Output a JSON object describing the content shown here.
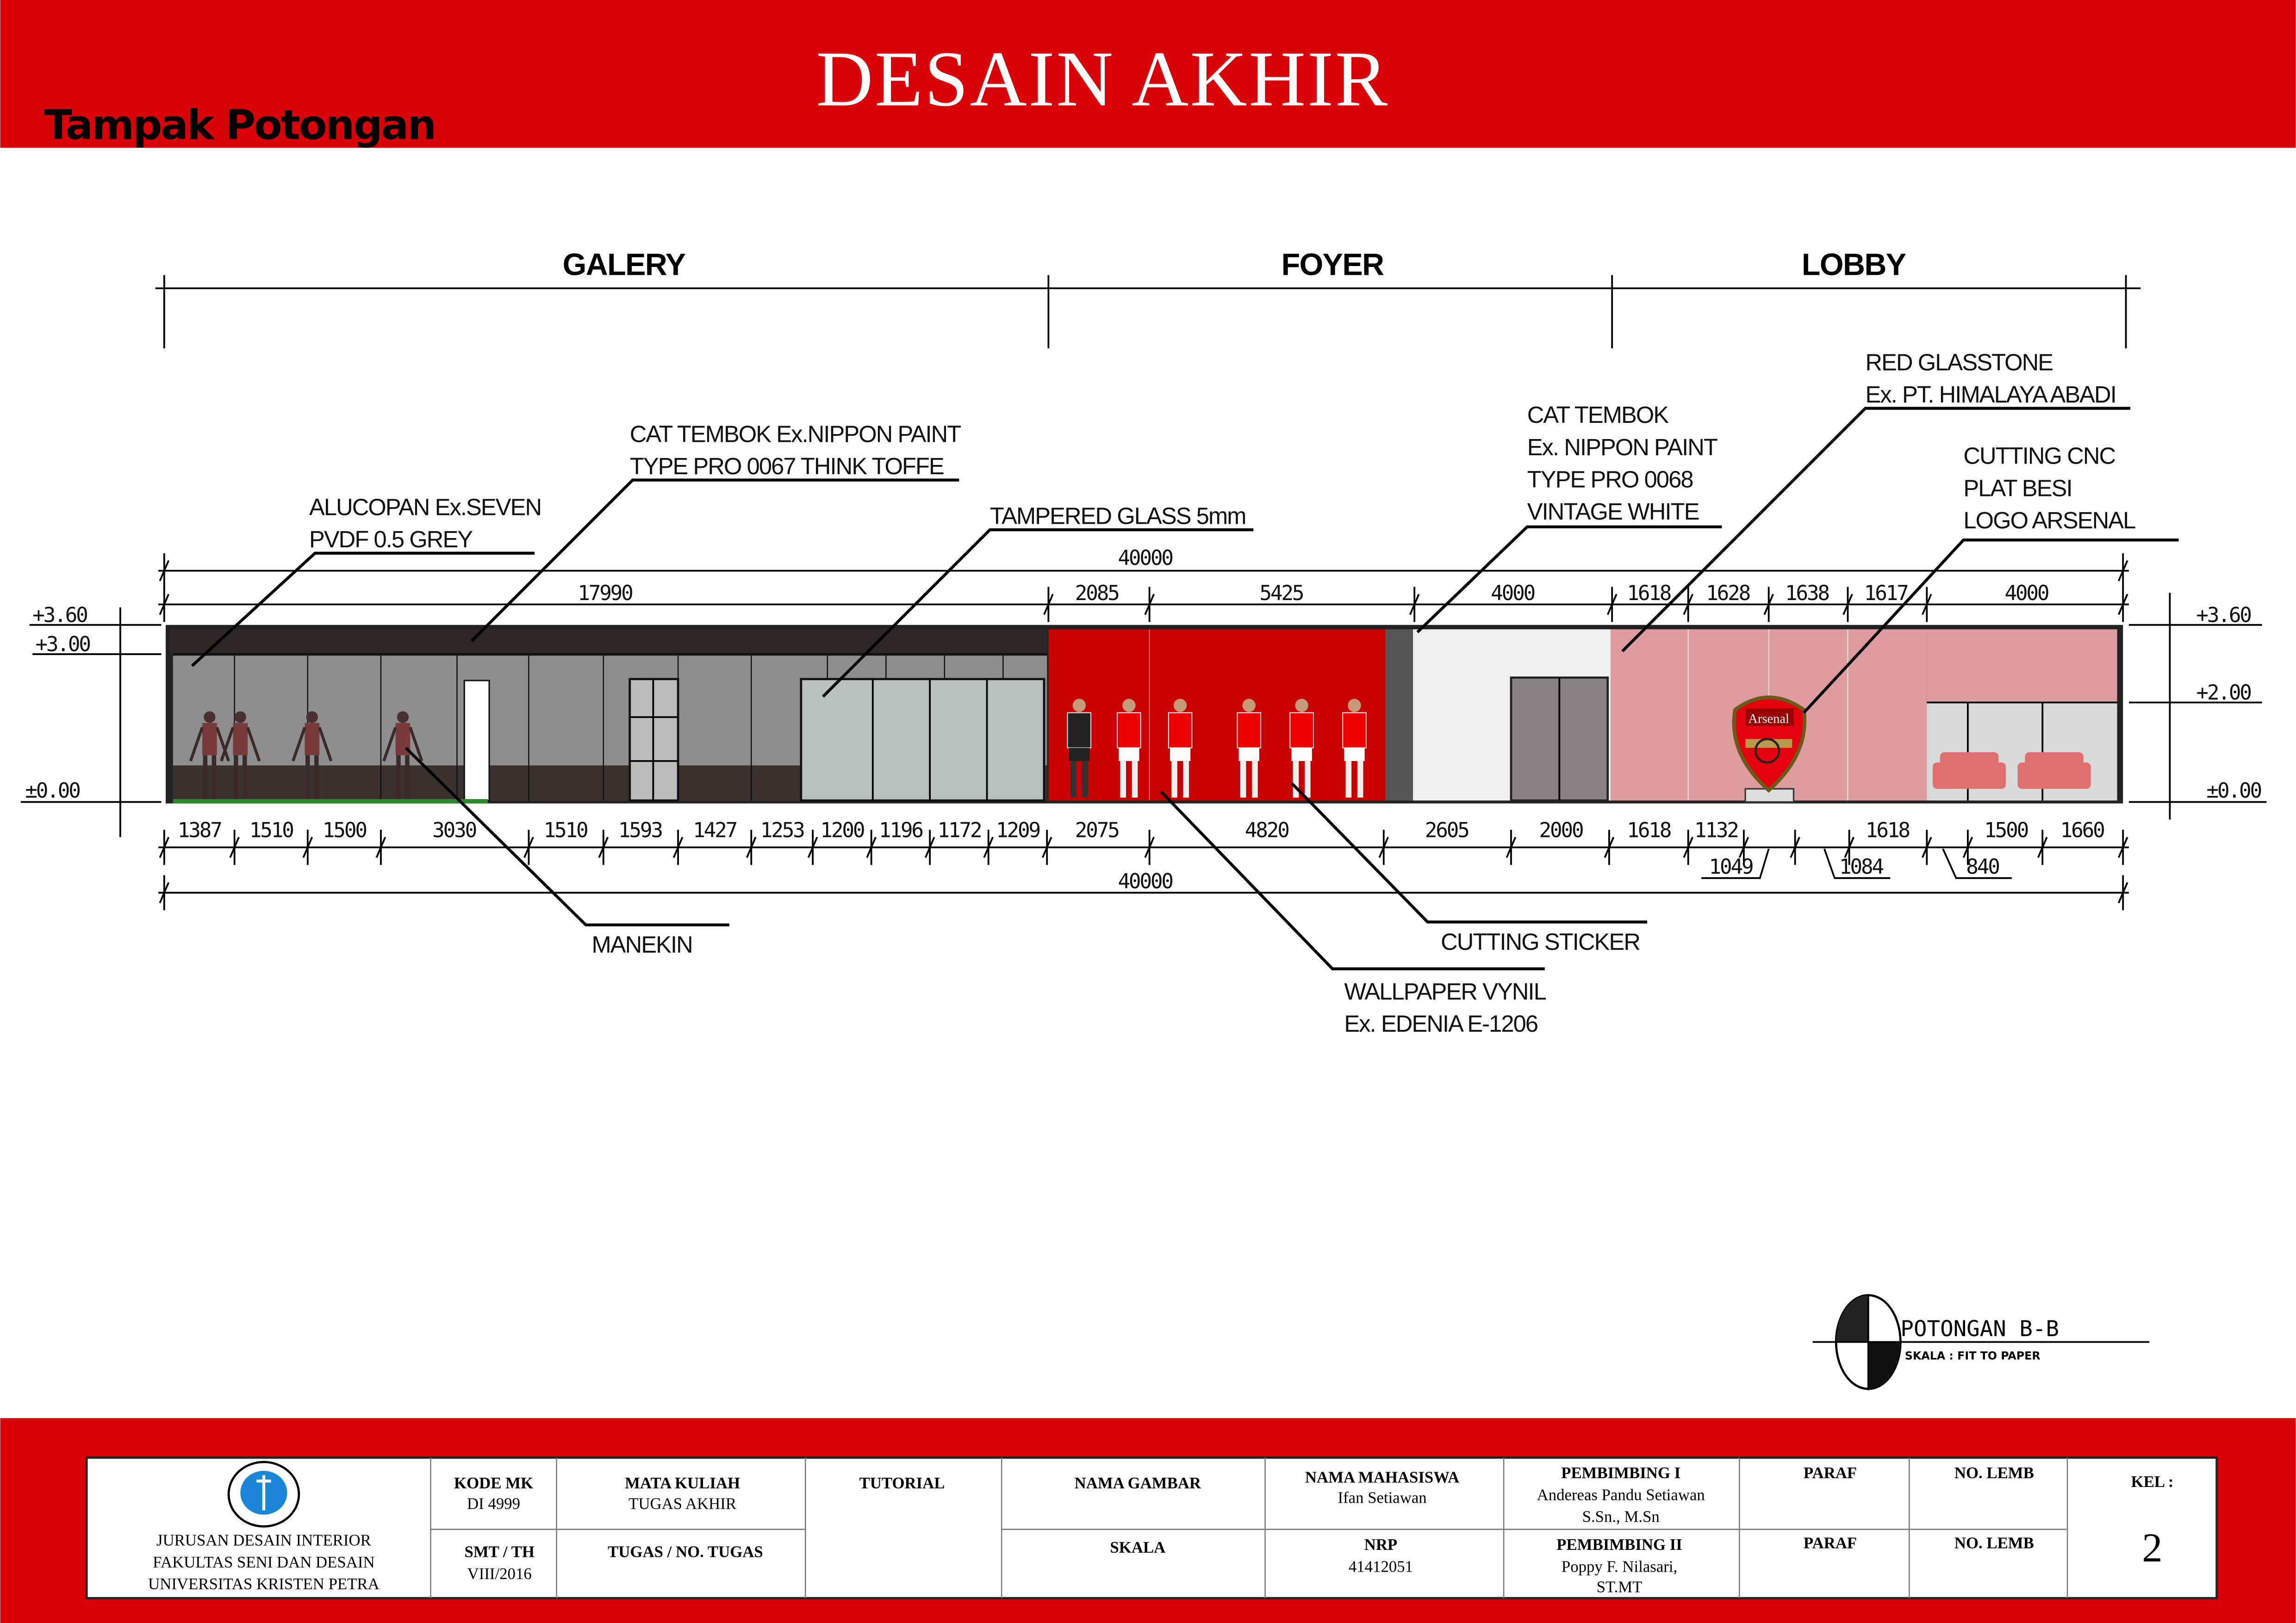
{
  "header": {
    "title": "DESAIN AKHIR",
    "subtitle": "Tampak Potongan"
  },
  "colors": {
    "brand_red": "#DA0008",
    "wall_red": "#C80000",
    "glasstone_pink": "#DE9CA0",
    "alucopan_grey": "#8E8E8E",
    "ceiling_dark": "#2E2724"
  },
  "zones": [
    "GALERY",
    "FOYER",
    "LOBBY"
  ],
  "dimensions": {
    "total_top": "40000",
    "top_segments": [
      "17990",
      "2085",
      "5425",
      "4000",
      "1618",
      "1628",
      "1638",
      "1617",
      "4000"
    ],
    "bottom_segments": [
      "1387",
      "1510",
      "1500",
      "3030",
      "1510",
      "1593",
      "1427",
      "1253",
      "1200",
      "1196",
      "1172",
      "1209",
      "2075",
      "4820",
      "2605",
      "2000",
      "1618",
      "1132",
      "1618",
      "1500",
      "1660"
    ],
    "sub_labels": [
      "1049",
      "1084",
      "840"
    ],
    "total_bottom": "40000"
  },
  "levels_left": [
    "+3.60",
    "+3.00",
    "±0.00"
  ],
  "levels_right": [
    "+3.60",
    "+2.00",
    "±0.00"
  ],
  "annotations": [
    {
      "lines": [
        "ALUCOPAN Ex.SEVEN",
        "PVDF 0.5 GREY"
      ]
    },
    {
      "lines": [
        "CAT TEMBOK Ex.NIPPON PAINT",
        "TYPE PRO 0067 THINK TOFFE"
      ]
    },
    {
      "lines": [
        "TAMPERED GLASS 5mm"
      ]
    },
    {
      "lines": [
        "CAT TEMBOK",
        "Ex. NIPPON PAINT",
        "TYPE PRO 0068",
        "VINTAGE WHITE"
      ]
    },
    {
      "lines": [
        "RED GLASSTONE",
        "Ex. PT. HIMALAYA ABADI"
      ]
    },
    {
      "lines": [
        "CUTTING CNC",
        "PLAT BESI",
        "LOGO ARSENAL"
      ]
    },
    {
      "lines": [
        "MANEKIN"
      ]
    },
    {
      "lines": [
        "WALLPAPER VYNIL",
        "Ex. EDENIA E-1206"
      ]
    },
    {
      "lines": [
        "CUTTING STICKER"
      ]
    }
  ],
  "logo_text": "Arsenal",
  "section_marker": {
    "title": "POTONGAN B-B",
    "scale": "SKALA : FIT TO PAPER"
  },
  "title_block": {
    "institution": [
      "JURUSAN DESAIN INTERIOR",
      "FAKULTAS SENI DAN DESAIN",
      "UNIVERSITAS KRISTEN PETRA"
    ],
    "kode_mk_label": "KODE MK",
    "kode_mk": "DI 4999",
    "mata_kuliah_label": "MATA KULIAH",
    "mata_kuliah": "TUGAS AKHIR",
    "smt_label": "SMT / TH",
    "smt": "VIII/2016",
    "tugas_label": "TUGAS / NO. TUGAS",
    "tutorial_label": "TUTORIAL",
    "nama_gambar_label": "NAMA GAMBAR",
    "skala_label": "SKALA",
    "nama_mahasiswa_label": "NAMA MAHASISWA",
    "nama_mahasiswa": "Ifan Setiawan",
    "nrp_label": "NRP",
    "nrp": "41412051",
    "pembimbing1_label": "PEMBIMBING I",
    "pembimbing1": [
      "Andereas  Pandu Setiawan",
      "S.Sn., M.Sn"
    ],
    "pembimbing2_label": "PEMBIMBING II",
    "pembimbing2": [
      "Poppy F. Nilasari,",
      "ST.MT"
    ],
    "paraf_label": "PARAF",
    "no_lemb_label": "NO. LEMB",
    "kel_label": "KEL :",
    "kel": "2"
  }
}
